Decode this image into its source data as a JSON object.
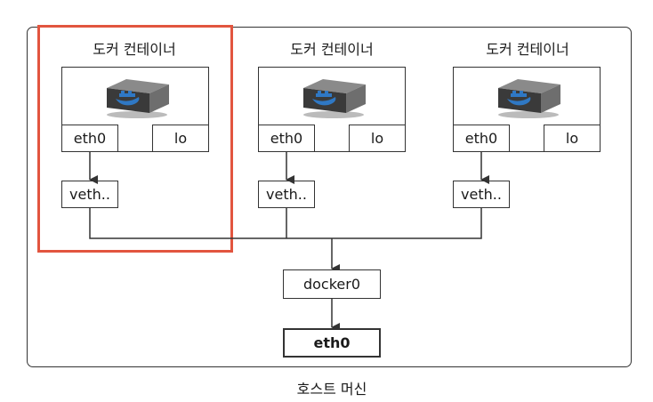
{
  "containers": [
    {
      "title": "도커 컨테이너",
      "eth": "eth0",
      "lo": "lo",
      "veth": "veth..",
      "icon": "docker-cube-icon"
    },
    {
      "title": "도커 컨테이너",
      "eth": "eth0",
      "lo": "lo",
      "veth": "veth..",
      "icon": "docker-cube-icon"
    },
    {
      "title": "도커 컨테이너",
      "eth": "eth0",
      "lo": "lo",
      "veth": "veth..",
      "icon": "docker-cube-icon"
    }
  ],
  "bridge": {
    "label": "docker0"
  },
  "host_nic": {
    "label": "eth0"
  },
  "host": {
    "caption": "호스트 머신"
  },
  "colors": {
    "highlight": "#e2553f",
    "line": "#333333"
  }
}
